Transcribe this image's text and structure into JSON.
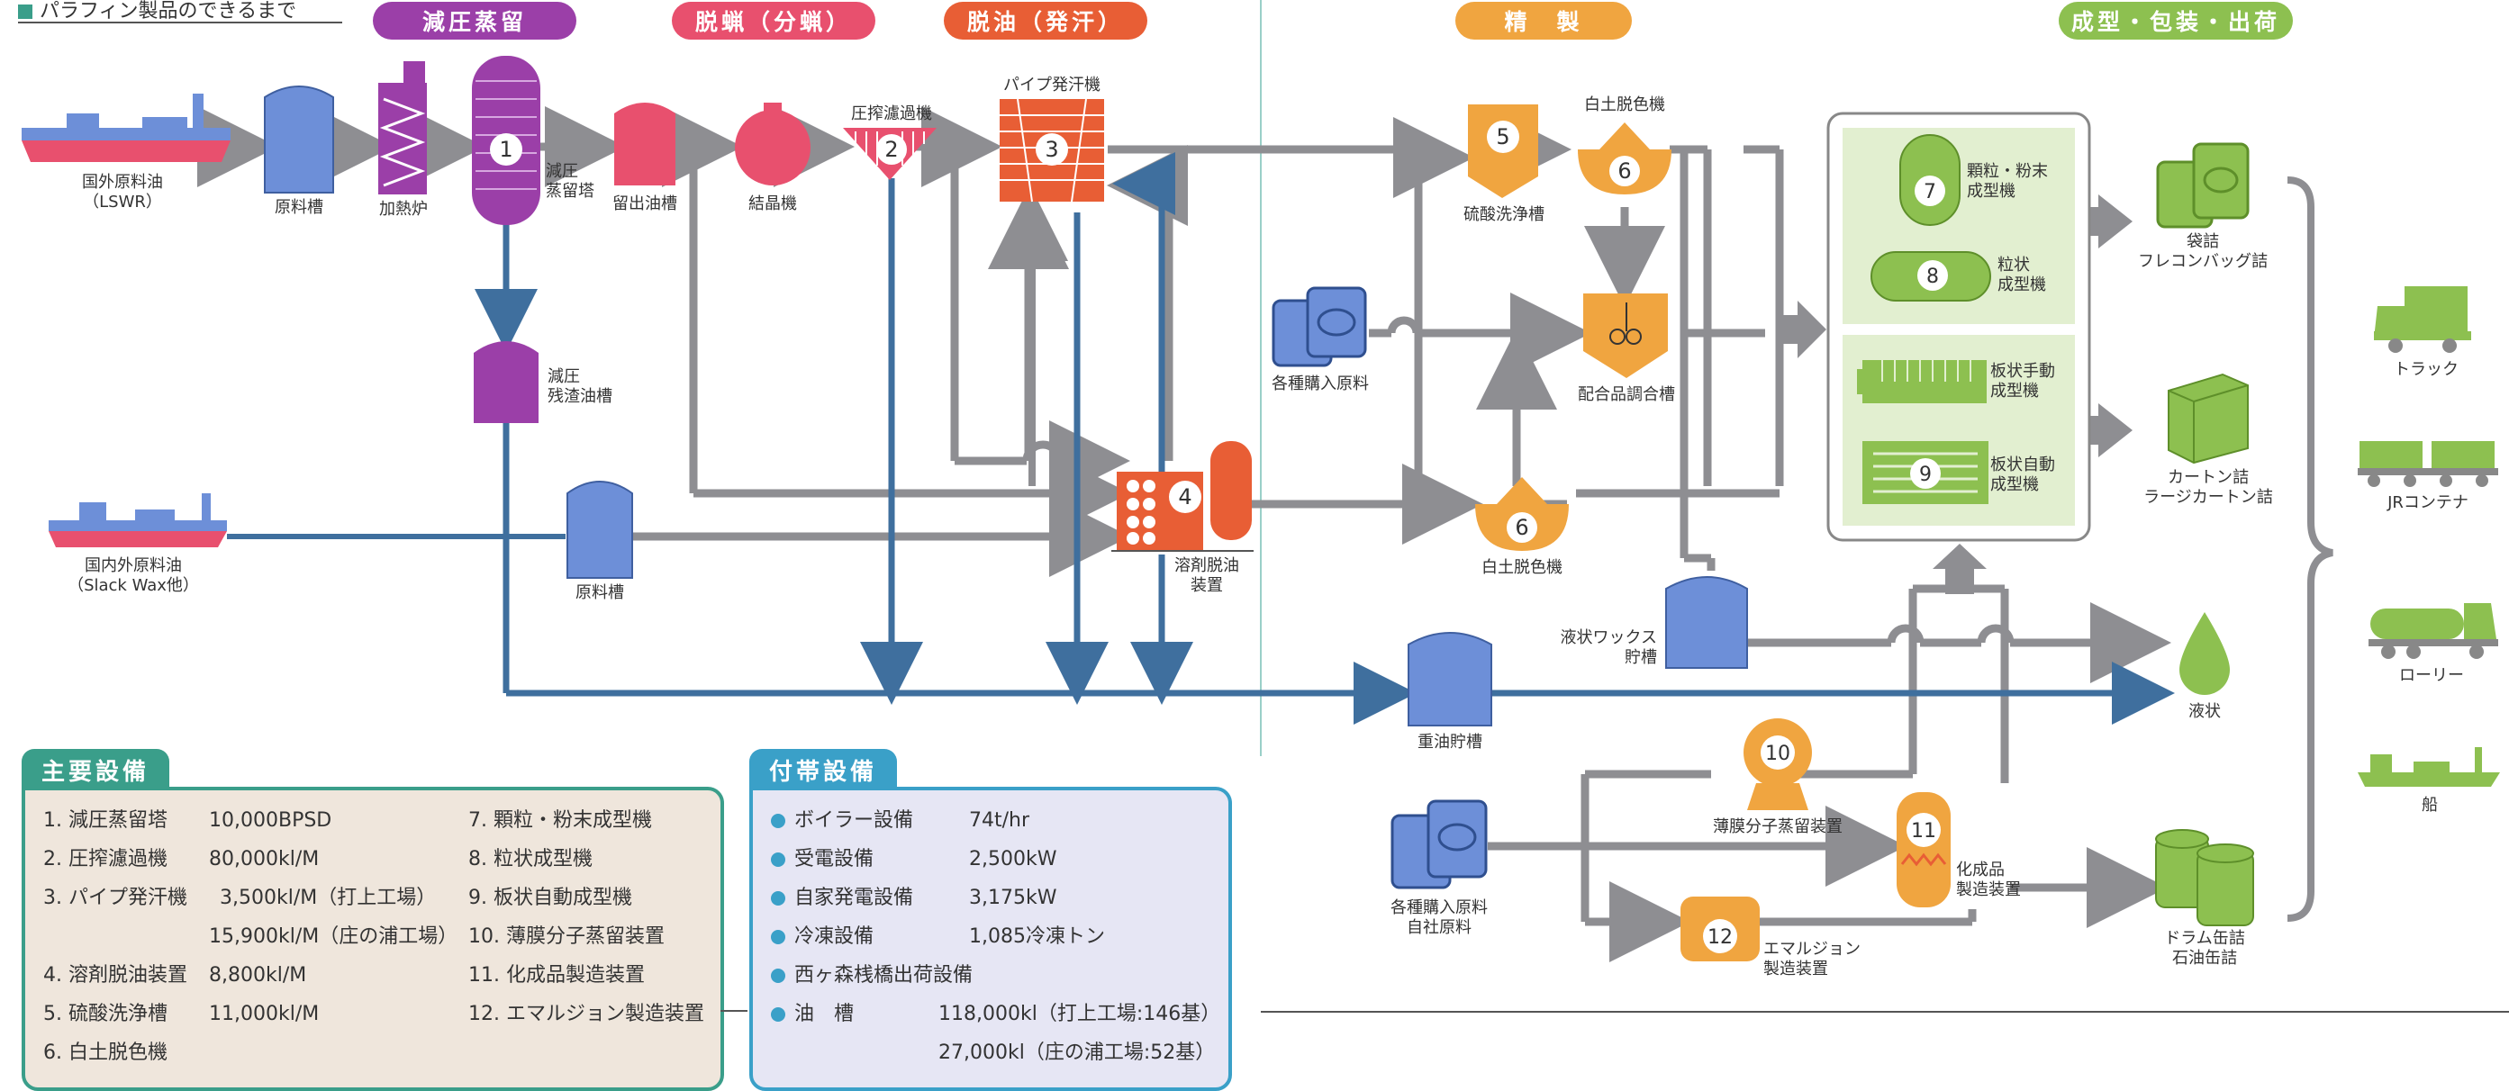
{
  "header": {
    "title_fragment": "パラフィン製品のできるまで",
    "sections": [
      {
        "label": "減圧蒸留",
        "color": "#9b3fa8"
      },
      {
        "label": "脱蝋（分蝋）",
        "color": "#e8506e"
      },
      {
        "label": "脱油（発汗）",
        "color": "#e85e35"
      },
      {
        "label": "精　製",
        "color": "#f0a540"
      },
      {
        "label": "成型・包装・出荷",
        "color": "#7ab83e"
      }
    ]
  },
  "labels": {
    "overseas_crude": "国外原料油",
    "overseas_crude_sub": "（LSWR）",
    "raw_tank_1": "原料槽",
    "heater": "加熱炉",
    "vac_tower": "減圧",
    "vac_tower_2": "蒸留塔",
    "distillate_tank": "留出油槽",
    "crystallizer": "結晶機",
    "press_filter": "圧搾濾過機",
    "pipe_sweater": "パイプ発汗機",
    "vac_residue": "減圧",
    "vac_residue_2": "残渣油槽",
    "domestic_crude": "国内外原料油",
    "domestic_crude_sub": "（Slack Wax他）",
    "raw_tank_2": "原料槽",
    "solvent_dewax": "溶剤脱油",
    "solvent_dewax_2": "装置",
    "acid_wash": "硫酸洗浄槽",
    "clay_decolor_top": "白土脱色機",
    "purchased": "各種購入原料",
    "blend_tank": "配合品調合槽",
    "clay_decolor_bottom": "白土脱色機",
    "liquid_wax": "液状ワックス",
    "liquid_wax_2": "貯槽",
    "heavy_oil": "重油貯槽",
    "purchased_own": "各種購入原料",
    "purchased_own_2": "自社原料",
    "thin_film": "薄膜分子蒸留装置",
    "chemical": "化成品",
    "chemical_2": "製造装置",
    "emulsion": "エマルジョン",
    "emulsion_2": "製造装置",
    "granule": "顆粒・粉末",
    "granule_2": "成型機",
    "pellet": "粒状",
    "pellet_2": "成型機",
    "slab_manual": "板状手動",
    "slab_manual_2": "成型機",
    "slab_auto": "板状自動",
    "slab_auto_2": "成型機",
    "bag": "袋詰",
    "bag_2": "フレコンバッグ詰",
    "carton": "カートン詰",
    "carton_2": "ラージカートン詰",
    "liquid": "液状",
    "drum": "ドラム缶詰",
    "drum_2": "石油缶詰",
    "truck": "トラック",
    "jr": "JRコンテナ",
    "lorry": "ローリー",
    "ship": "船"
  },
  "main_equipment": {
    "title": "主要設備",
    "left": [
      {
        "name": "1. 減圧蒸留塔",
        "value": "10,000BPSD"
      },
      {
        "name": "2. 圧搾濾過機",
        "value": "80,000kl/M"
      },
      {
        "name": "3. パイプ発汗機",
        "value": "3,500kl/M（打上工場）"
      },
      {
        "name": "",
        "value": "15,900kl/M（庄の浦工場）"
      },
      {
        "name": "4. 溶剤脱油装置",
        "value": "8,800kl/M"
      },
      {
        "name": "5. 硫酸洗浄槽",
        "value": "11,000kl/M"
      },
      {
        "name": "6. 白土脱色機",
        "value": ""
      }
    ],
    "right": [
      "7. 顆粒・粉末成型機",
      "8. 粒状成型機",
      "9. 板状自動成型機",
      "10. 薄膜分子蒸留装置",
      "11. 化成品製造装置",
      "12. エマルジョン製造装置"
    ]
  },
  "support_equipment": {
    "title": "付帯設備",
    "rows": [
      {
        "name": "ボイラー設備",
        "value": "74t/hr"
      },
      {
        "name": "受電設備",
        "value": "2,500kW"
      },
      {
        "name": "自家発電設備",
        "value": "3,175kW"
      },
      {
        "name": "冷凍設備",
        "value": "1,085冷凍トン"
      },
      {
        "name": "西ヶ森桟橋出荷設備",
        "value": ""
      },
      {
        "name": "油　槽",
        "value": "118,000kl（打上工場:146基）"
      },
      {
        "name": "",
        "value": "27,000kl（庄の浦工場:52基）"
      }
    ]
  },
  "colors": {
    "pipe_grey": "#8e8e92",
    "pipe_blue": "#3f6f9e",
    "tank_blue": "#6d8fd8",
    "purple": "#9b3fa8",
    "pink": "#e8506e",
    "orange_red": "#e85e35",
    "orange": "#f0a540",
    "green": "#8dc050",
    "teal": "#3a9e8a"
  }
}
